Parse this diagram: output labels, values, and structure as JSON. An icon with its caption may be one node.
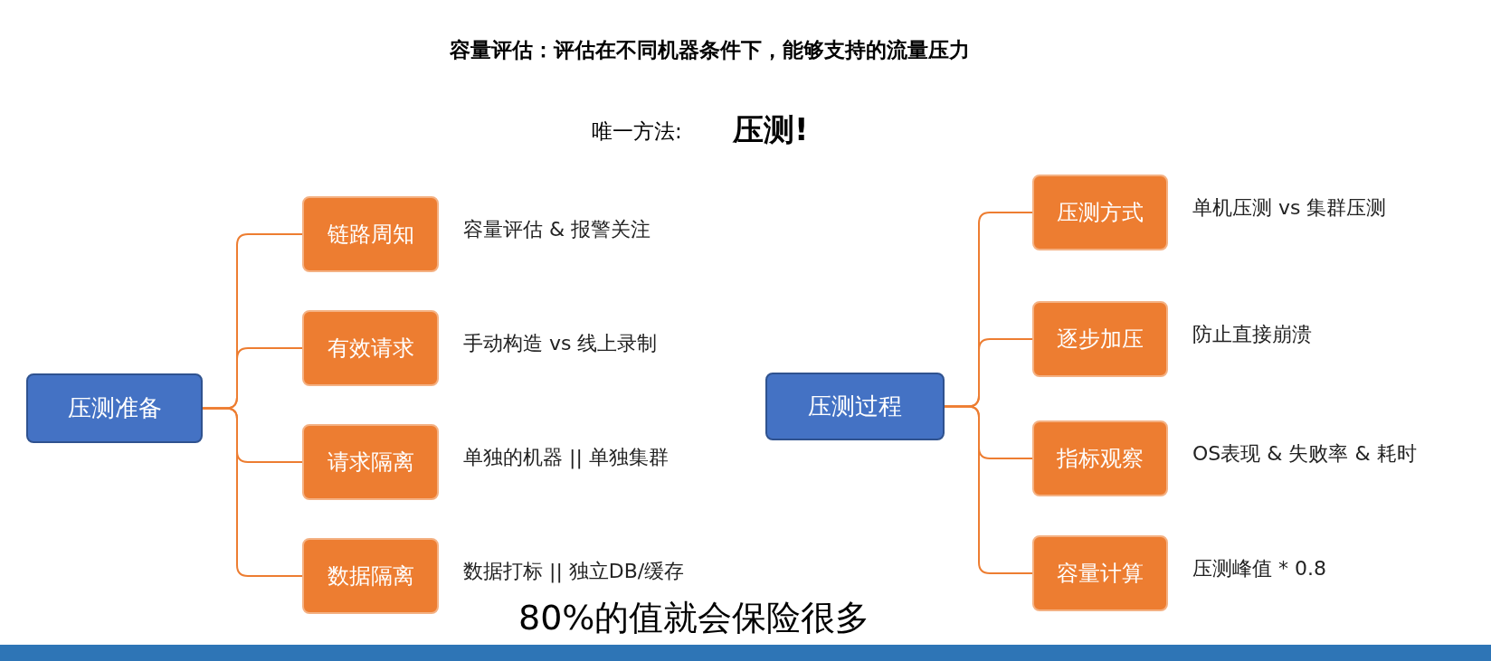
{
  "diagram": {
    "title": "容量评估：评估在不同机器条件下，能够支持的流量压力",
    "nodes": [
      {
        "text": [
          "压测准备"
        ]
      },
      {
        "text": [
          "链路周知"
        ],
        "beside": [
          "容量评估 & 报警关注"
        ]
      },
      {
        "text": [
          "有效请求"
        ],
        "beside": [
          "手动构造 vs 线上录制"
        ]
      },
      {
        "text": [
          "请求隔离"
        ],
        "beside": [
          "单独的机器 || 单独集群"
        ]
      },
      {
        "text": [
          "数据隔离"
        ],
        "beside": [
          "数据打标 || 独立DB/缓存"
        ]
      },
      {
        "text": [
          "压测过程"
        ]
      },
      {
        "text": [
          "压测方式"
        ],
        "beside": [
          "单机压测 vs 集群压测"
        ]
      },
      {
        "text": [
          "逐步加压"
        ],
        "beside": [
          "防止直接崩溃"
        ]
      },
      {
        "text": [
          "指标观察"
        ],
        "beside": [
          "OS表现 & 失败率 & 耗时"
        ]
      },
      {
        "text": [
          "容量计算"
        ],
        "beside": [
          "压测峰值 * 0.8"
        ]
      }
    ],
    "edges": [
      {
        "from": 0,
        "to": 1,
        "arrow": "none"
      },
      {
        "from": 0,
        "to": 2,
        "arrow": "none"
      },
      {
        "from": 0,
        "to": 3,
        "arrow": "none"
      },
      {
        "from": 0,
        "to": 4,
        "arrow": "none"
      },
      {
        "from": 5,
        "to": 6,
        "arrow": "none"
      },
      {
        "from": 5,
        "to": 7,
        "arrow": "none"
      },
      {
        "from": 5,
        "to": 8,
        "arrow": "none"
      },
      {
        "from": 5,
        "to": 9,
        "arrow": "none"
      }
    ],
    "labels": [
      "唯一方法:",
      "压测!",
      "80%的值就会保险很多"
    ]
  }
}
